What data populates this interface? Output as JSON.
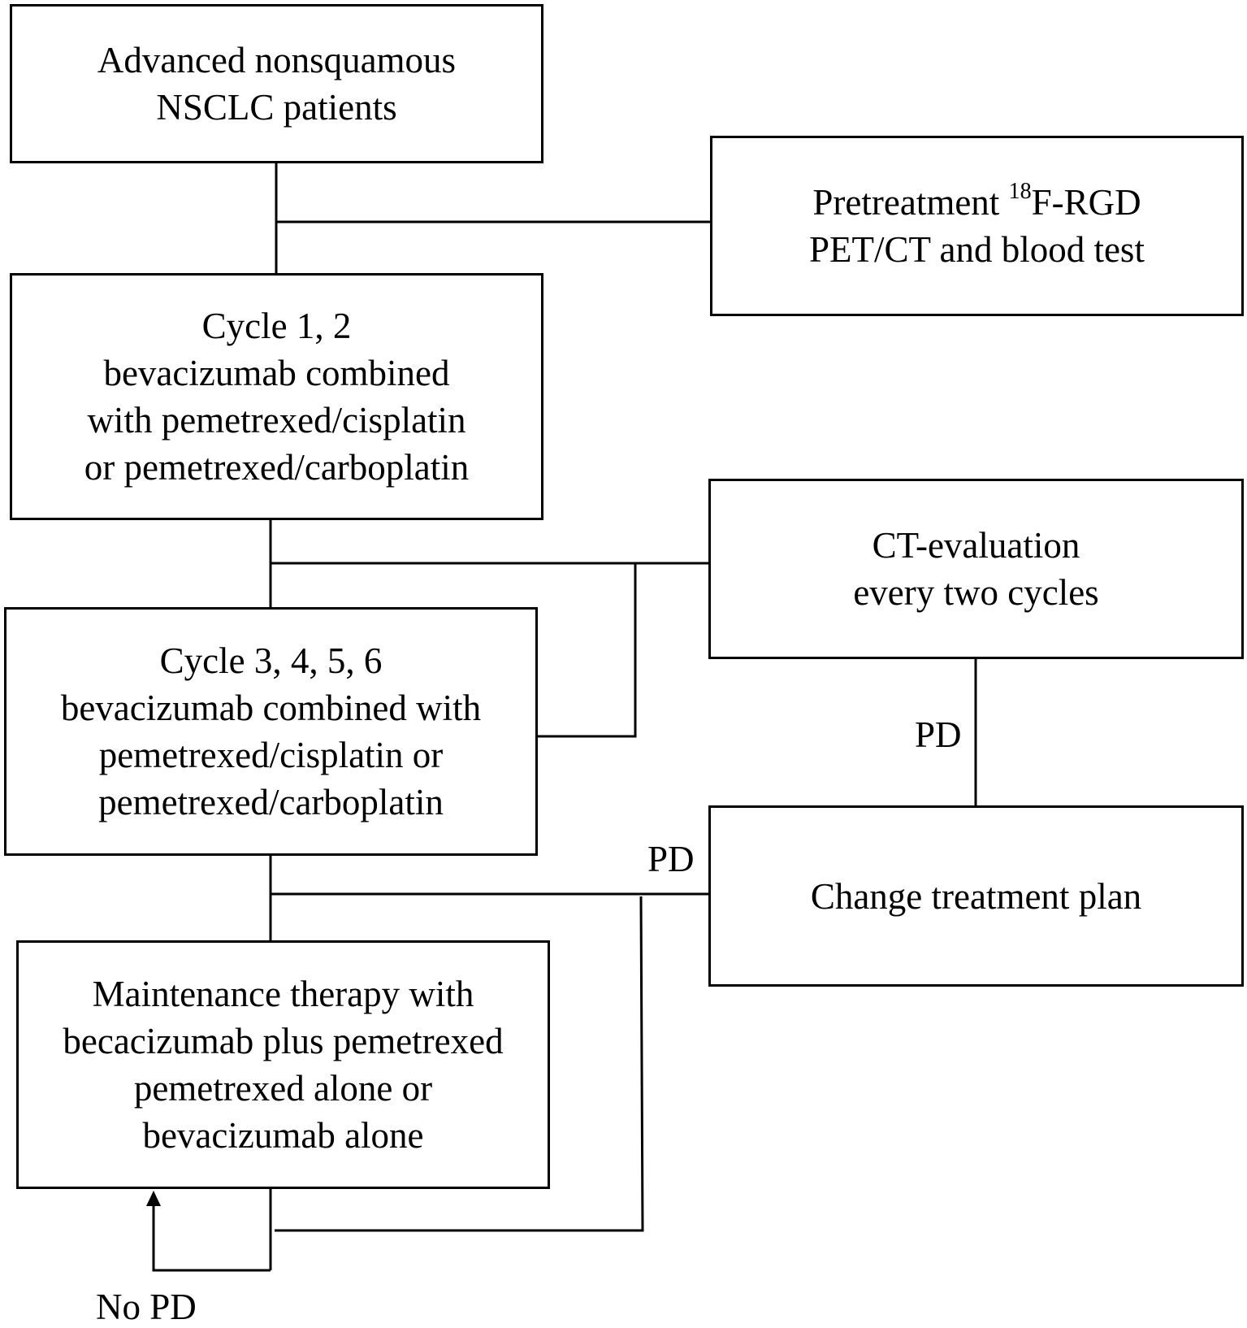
{
  "nodes": {
    "advanced": {
      "lines": [
        "Advanced nonsquamous",
        "NSCLC patients"
      ]
    },
    "pretreatment": {
      "line1_prefix": "Pretreatment ",
      "line1_sup": "18",
      "line1_suffix": "F-RGD",
      "line2": "PET/CT and blood test"
    },
    "cycle12": {
      "lines": [
        "Cycle 1, 2",
        "bevacizumab combined",
        "with pemetrexed/cisplatin",
        "or pemetrexed/carboplatin"
      ]
    },
    "ct_evaluation": {
      "lines": [
        "CT-evaluation",
        "every two cycles"
      ]
    },
    "cycle3456": {
      "lines": [
        "Cycle 3, 4, 5, 6",
        "bevacizumab combined with",
        "pemetrexed/cisplatin or",
        "pemetrexed/carboplatin"
      ]
    },
    "change_plan": {
      "lines": [
        "Change treatment plan"
      ]
    },
    "maintenance": {
      "lines": [
        "Maintenance therapy with",
        "becacizumab plus pemetrexed",
        "pemetrexed alone or",
        "bevacizumab alone"
      ]
    }
  },
  "edge_labels": {
    "pd_ct_to_change": "PD",
    "pd_to_change": "PD",
    "no_pd_loop": "No PD"
  }
}
